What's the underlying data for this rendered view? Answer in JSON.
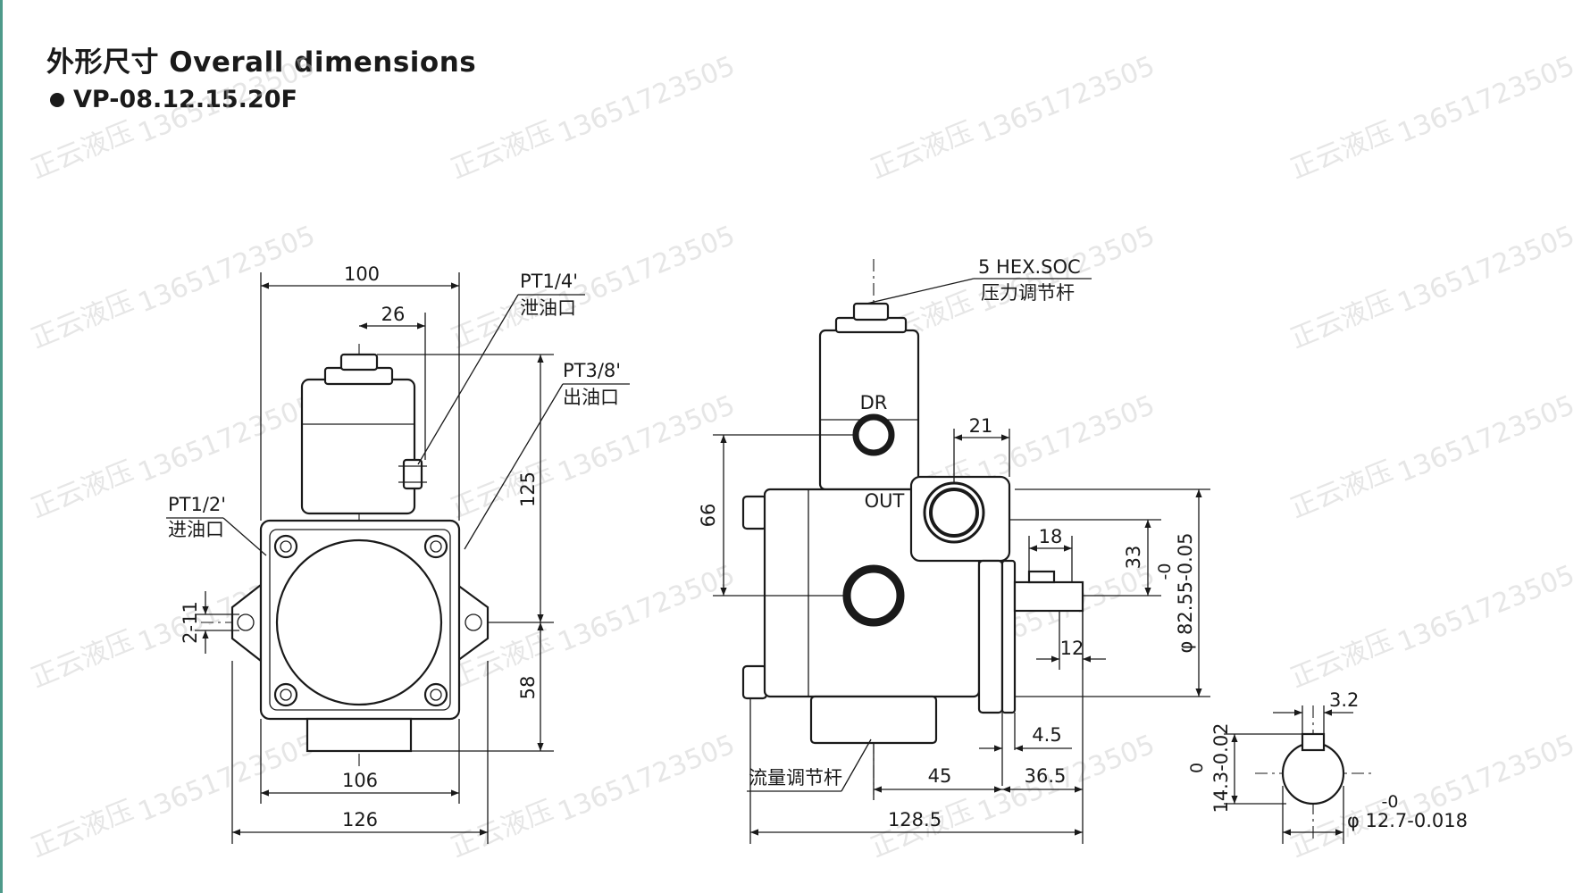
{
  "header": {
    "title": "外形尺寸 Overall dimensions",
    "model": "VP-08.12.15.20F"
  },
  "watermark": {
    "brand": "正云液压",
    "phone": "13651723505"
  },
  "front_view": {
    "dim_top_width": "100",
    "dim_offset": "26",
    "dim_height_upper": "125",
    "dim_height_lower": "58",
    "dim_slot": "2-11",
    "dim_base_inner": "106",
    "dim_base_outer": "126",
    "port_drain_code": "PT1/4'",
    "port_drain_label": "泄油口",
    "port_out_code": "PT3/8'",
    "port_out_label": "出油口",
    "port_in_code": "PT1/2'",
    "port_in_label": "进油口"
  },
  "side_view": {
    "hex_label": "5 HEX.SOC",
    "hex_sub_label": "压力调节杆",
    "dr_label": "DR",
    "out_label": "OUT",
    "dim_66": "66",
    "dim_21": "21",
    "dim_18": "18",
    "dim_33": "33",
    "dim_12": "12",
    "dim_dia_tol_top": "-0",
    "dim_dia": "φ 82.55-0.05",
    "dim_4_5": "4.5",
    "dim_45": "45",
    "dim_36_5": "36.5",
    "dim_128_5": "128.5",
    "flow_label": "流量调节杆"
  },
  "shaft_detail": {
    "dim_3_2": "3.2",
    "dim_tol_top": "0",
    "dim_14_3": "14.3-0.02",
    "dim_dia_tol": "-0",
    "dim_dia": "φ 12.7-0.018"
  }
}
